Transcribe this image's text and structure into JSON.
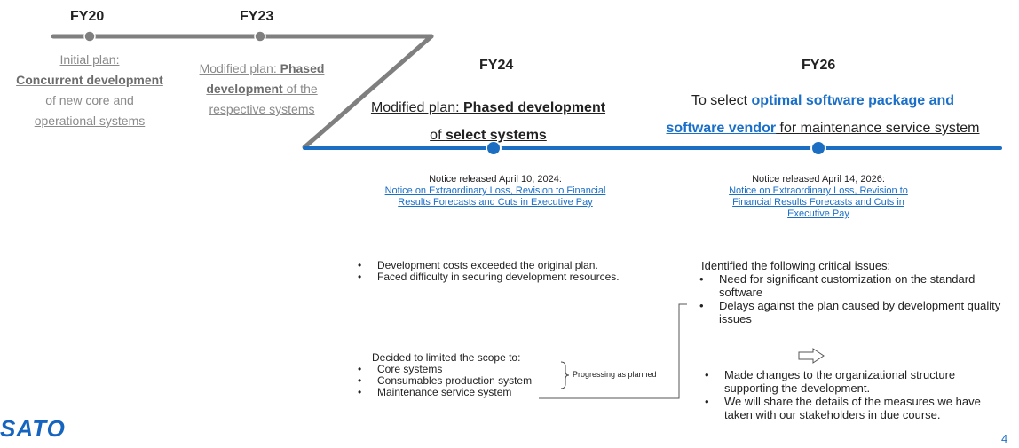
{
  "timeline": {
    "fy20": "FY20",
    "fy23": "FY23",
    "fy24": "FY24",
    "fy26": "FY26"
  },
  "fy20_plan": {
    "line1": "Initial plan:",
    "line2": "Concurrent development",
    "line3": "of new core and",
    "line4": "operational systems"
  },
  "fy23_plan": {
    "line1_prefix": "Modified plan: ",
    "line1_bold": "Phased",
    "line2_bold": "development",
    "line2_rest": " of the",
    "line3": "respective systems"
  },
  "fy24_plan": {
    "line1_prefix": "Modified plan: ",
    "line1_bold": "Phased development",
    "line2_prefix": "of ",
    "line2_bold": "select systems"
  },
  "fy26_plan": {
    "line1_prefix": "To select ",
    "line1_link": "optimal software package and",
    "line2_link": "software vendor",
    "line2_rest": " for maintenance service system"
  },
  "notice_fy24": {
    "released": "Notice released April 10, 2024:",
    "link_line1": "Notice on Extraordinary Loss, Revision to Financial",
    "link_line2": "Results Forecasts and Cuts in Executive Pay"
  },
  "notice_fy26": {
    "released": "Notice released April 14, 2026:",
    "link_line1": "Notice on Extraordinary Loss, Revision to",
    "link_line2": "Financial Results Forecasts and Cuts in",
    "link_line3": "Executive Pay"
  },
  "fy24_issues": [
    "Development costs exceeded the original plan.",
    "Faced difficulty in securing development resources."
  ],
  "fy24_scope": {
    "heading": "Decided to limited the scope to:",
    "items": [
      "Core systems",
      "Consumables production system",
      "Maintenance service system"
    ],
    "bracket_label": "Progressing as planned"
  },
  "fy26_issues": {
    "heading": "Identified the following critical issues:",
    "items": [
      "Need for significant customization on the standard software",
      "Delays against the plan caused by development quality issues"
    ]
  },
  "fy26_actions": [
    "Made changes to the organizational structure supporting the development.",
    "We will share the details of the measures we have taken with our stakeholders in due course."
  ],
  "logo": {
    "text": "SATO"
  },
  "page_number": "4",
  "colors": {
    "gray_line": "#7f7f7f",
    "blue_line": "#1b6ec2",
    "link": "#1a6fc9"
  }
}
